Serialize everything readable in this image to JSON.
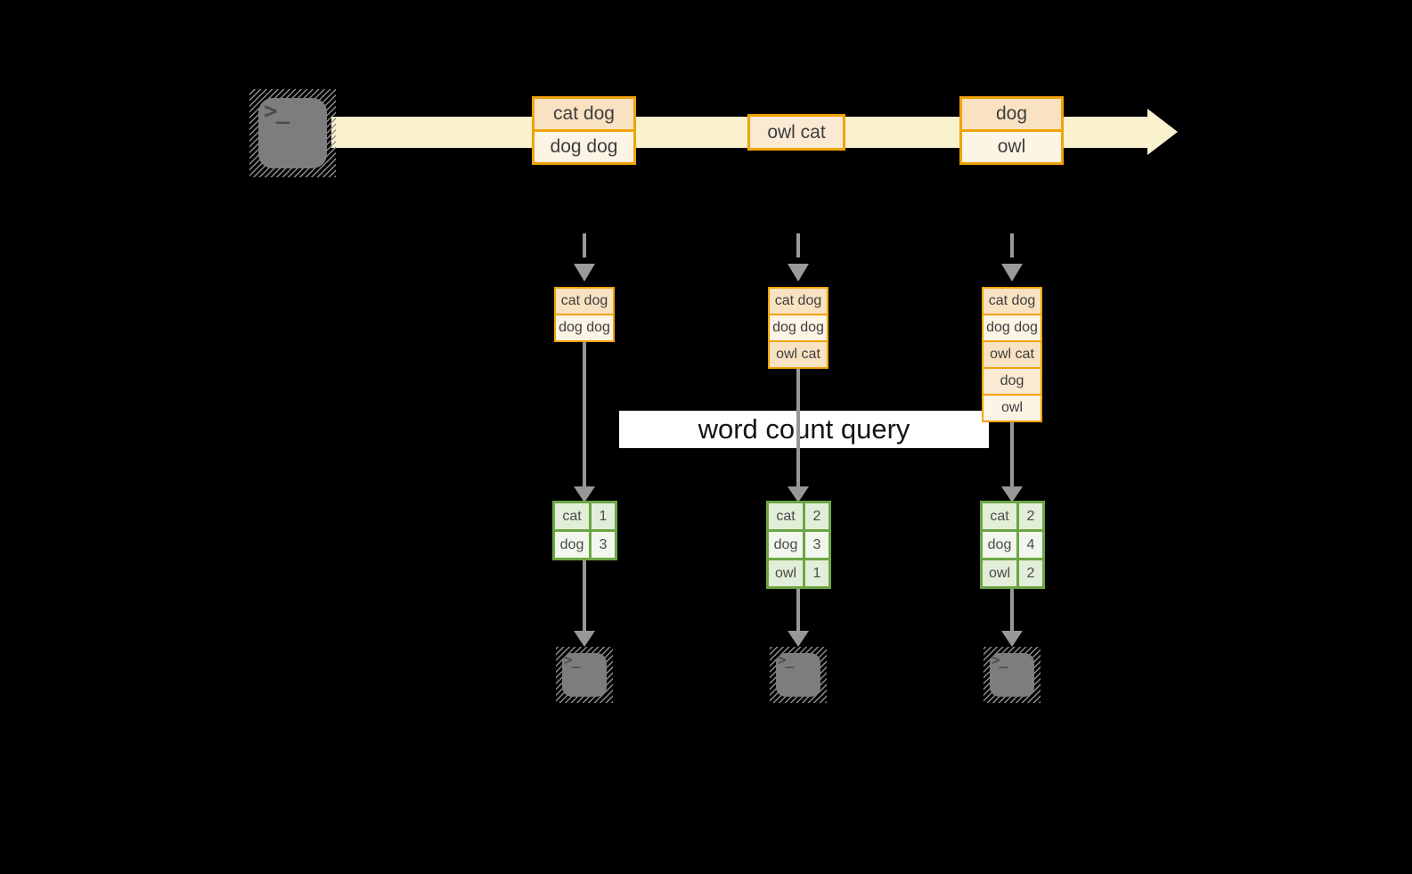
{
  "colors": {
    "background": "#000000",
    "stream_fill": "#FAF1CF",
    "event_border": "#F0A30A",
    "event_fill_dark": "#F9E2C2",
    "event_fill_mid": "#FAE9D3",
    "event_fill_light": "#FCF4E5",
    "table_border": "#6CA644",
    "table_cell_dark": "#E3EED9",
    "table_cell_light": "#F1F7EC",
    "arrow_gray": "#979797",
    "terminal_gray": "#7D7D7D",
    "banner_bg": "#FFFFFF",
    "text_dark": "#3E3E3E"
  },
  "icons": {
    "terminal_glyph": ">_"
  },
  "banner": {
    "label": "word count query"
  },
  "stream": {
    "events": [
      {
        "rows": [
          {
            "text": "cat dog",
            "tint": "dark"
          },
          {
            "text": "dog dog",
            "tint": "light"
          }
        ]
      },
      {
        "rows": [
          {
            "text": "owl cat",
            "tint": "mid"
          }
        ]
      },
      {
        "rows": [
          {
            "text": "dog",
            "tint": "dark"
          },
          {
            "text": "owl",
            "tint": "light"
          }
        ]
      }
    ]
  },
  "columns": [
    {
      "buffer": [
        {
          "text": "cat dog",
          "tint": "dark"
        },
        {
          "text": "dog dog",
          "tint": "light"
        }
      ],
      "counts": [
        {
          "word": "cat",
          "count": "1"
        },
        {
          "word": "dog",
          "count": "3"
        }
      ]
    },
    {
      "buffer": [
        {
          "text": "cat dog",
          "tint": "dark"
        },
        {
          "text": "dog dog",
          "tint": "light"
        },
        {
          "text": "owl cat",
          "tint": "dark"
        }
      ],
      "counts": [
        {
          "word": "cat",
          "count": "2"
        },
        {
          "word": "dog",
          "count": "3"
        },
        {
          "word": "owl",
          "count": "1"
        }
      ]
    },
    {
      "buffer": [
        {
          "text": "cat dog",
          "tint": "dark"
        },
        {
          "text": "dog dog",
          "tint": "light"
        },
        {
          "text": "owl cat",
          "tint": "dark"
        },
        {
          "text": "dog",
          "tint": "mid"
        },
        {
          "text": "owl",
          "tint": "light"
        }
      ],
      "counts": [
        {
          "word": "cat",
          "count": "2"
        },
        {
          "word": "dog",
          "count": "4"
        },
        {
          "word": "owl",
          "count": "2"
        }
      ]
    }
  ]
}
